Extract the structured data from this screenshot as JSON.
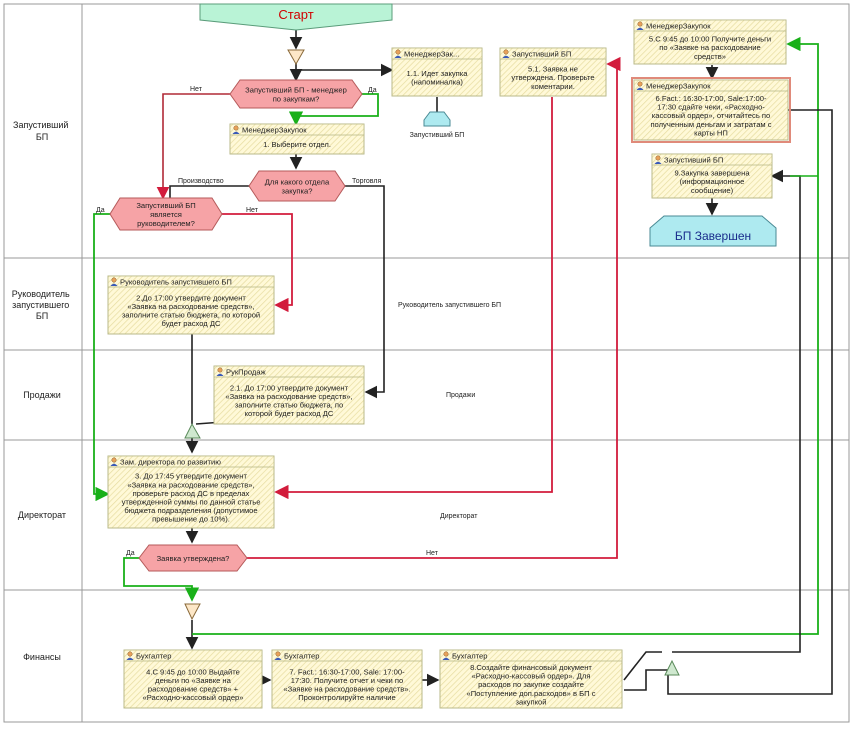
{
  "colors": {
    "box_fill": "#fffbe0",
    "box_stroke": "#b9b98a",
    "decision_fill": "#f6a3a6",
    "decision_stroke": "#b55a5a",
    "flow_black": "#222222",
    "flow_green": "#19b019",
    "flow_red": "#d21c3c",
    "start_fill": "#b9f3d6",
    "end_fill": "#aeeaf0",
    "end_text": "#1a2d8c",
    "start_text": "#d10000",
    "purple_text": "#3a16c9"
  },
  "lanes": [
    {
      "id": "lane-zapustivshiy",
      "label": "Запустивший\nБП"
    },
    {
      "id": "lane-rukovoditel",
      "label": "Руководитель\nзапустившего\nБП"
    },
    {
      "id": "lane-prodazhi",
      "label": "Продажи"
    },
    {
      "id": "lane-direktorat",
      "label": "Директорат"
    },
    {
      "id": "lane-finansy",
      "label": "Финансы"
    }
  ],
  "lane_watermarks": {
    "rukovoditel": "Руководитель запустившего БП",
    "prodazhi": "Продажи",
    "direktorat": "Директорат"
  },
  "start": {
    "label": "Старт"
  },
  "end": {
    "label": "БП Завершен"
  },
  "offpage_connector": {
    "label": "Запустивший БП"
  },
  "tasks": {
    "t11": {
      "role": "МенеджерЗак...",
      "text": [
        "1.1. Идет закупка",
        "(напоминалка)"
      ]
    },
    "t51": {
      "role": "Запустивший БП",
      "text": [
        "5.1. Заявка не",
        "утверждена. Проверьте",
        "коментарии."
      ]
    },
    "t5": {
      "role": "МенеджерЗакупок",
      "text": [
        "5.С 9:45 до 10:00 Получите деньги",
        "по «Заявке на расходование",
        "средств»"
      ]
    },
    "t6": {
      "role": "МенеджерЗакупок",
      "text": [
        "6.Fact.: 16:30-17:00, Sale:17:00-",
        "17:30 сдайте чеки, «Расходно-",
        "кассовый ордер», отчитайтесь по",
        "полученным деньгам и затратам с",
        "карты НП"
      ]
    },
    "t9": {
      "role": "Запустивший БП",
      "text": [
        "9.Закупка завершена",
        "(информационное",
        "сообщение)"
      ]
    },
    "t1": {
      "role": "МенеджерЗакупок",
      "text": [
        "1. Выберите отдел."
      ]
    },
    "t2": {
      "role": "Руководитель запустившего БП",
      "text": [
        "2.До 17:00 утвердите документ",
        "«Заявка на расходование средств»,",
        "заполните статью бюджета, по которой",
        "будет расход ДС"
      ]
    },
    "t21": {
      "role": "РукПродаж",
      "text": [
        "2.1. До 17:00 утвердите документ",
        "«Заявка на расходование средств»,",
        "заполните статью бюджета, по",
        "которой будет расход ДС"
      ]
    },
    "t3": {
      "role": "Зам. директора по развитию",
      "text": [
        "3. До 17:45 утвердите документ",
        "«Заявка на расходование средств»,",
        "проверьте расход ДС в пределах",
        "утвержденной суммы по данной статье",
        "бюджета подразделения (допустимое",
        "превышение до 10%)."
      ]
    },
    "t4": {
      "role": "Бухгалтер",
      "text": [
        "4.С 9:45 до 10:00 Выдайте",
        "деньги по «Заявке на",
        "расходование средств» +",
        "«Расходно-кассовый ордер»"
      ]
    },
    "t7": {
      "role": "Бухгалтер",
      "text": [
        "7. Fact.: 16:30-17:00, Sale: 17:00-",
        "17:30. Получите отчет и чеки по",
        "«Заявке на расходование средств».",
        "Проконтролируйте наличие"
      ]
    },
    "t8": {
      "role": "Бухгалтер",
      "text": [
        "8.Создайте финансовый документ",
        "«Расходно-кассовый ордер». Для",
        "расходов по закупке создайте",
        "«Поступление доп.расходов» в БП с",
        "закупкой"
      ]
    }
  },
  "decisions": {
    "d1": {
      "text": [
        "Запустивший БП - менеджер",
        "по закупкам?"
      ]
    },
    "d2": {
      "text": [
        "Для какого отдела",
        "закупка?"
      ]
    },
    "d3": {
      "text": [
        "Запустивший БП",
        "является",
        "руководителем?"
      ]
    },
    "d4": {
      "text": [
        "Заявка утверждена?"
      ]
    }
  },
  "edge_labels": {
    "net1": "Нет",
    "da1": "Да",
    "proizv": "Производство",
    "torg": "Торговля",
    "da2": "Да",
    "net2": "Нет",
    "da3": "Да",
    "net3": "Нет"
  }
}
